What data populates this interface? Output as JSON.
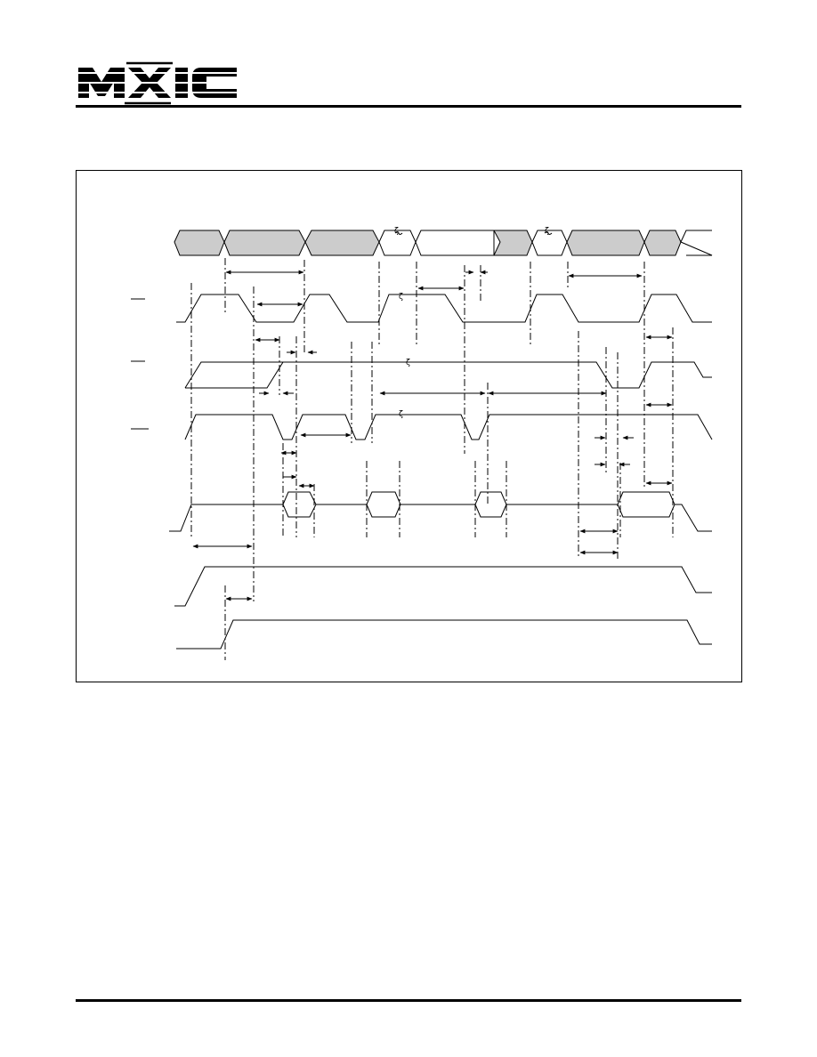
{
  "header": {
    "logo_text": "MXIC",
    "logo_icon": "mxic-logo"
  },
  "diagram": {
    "type": "timing-diagram",
    "waveforms": [
      "address-bus",
      "signal-overbar-1",
      "signal-overbar-2",
      "signal-overbar-3",
      "data-bus",
      "power-ramp",
      "reset-ramp"
    ],
    "colors": {
      "bus_fill": "#cccccc",
      "line": "#000000"
    }
  }
}
